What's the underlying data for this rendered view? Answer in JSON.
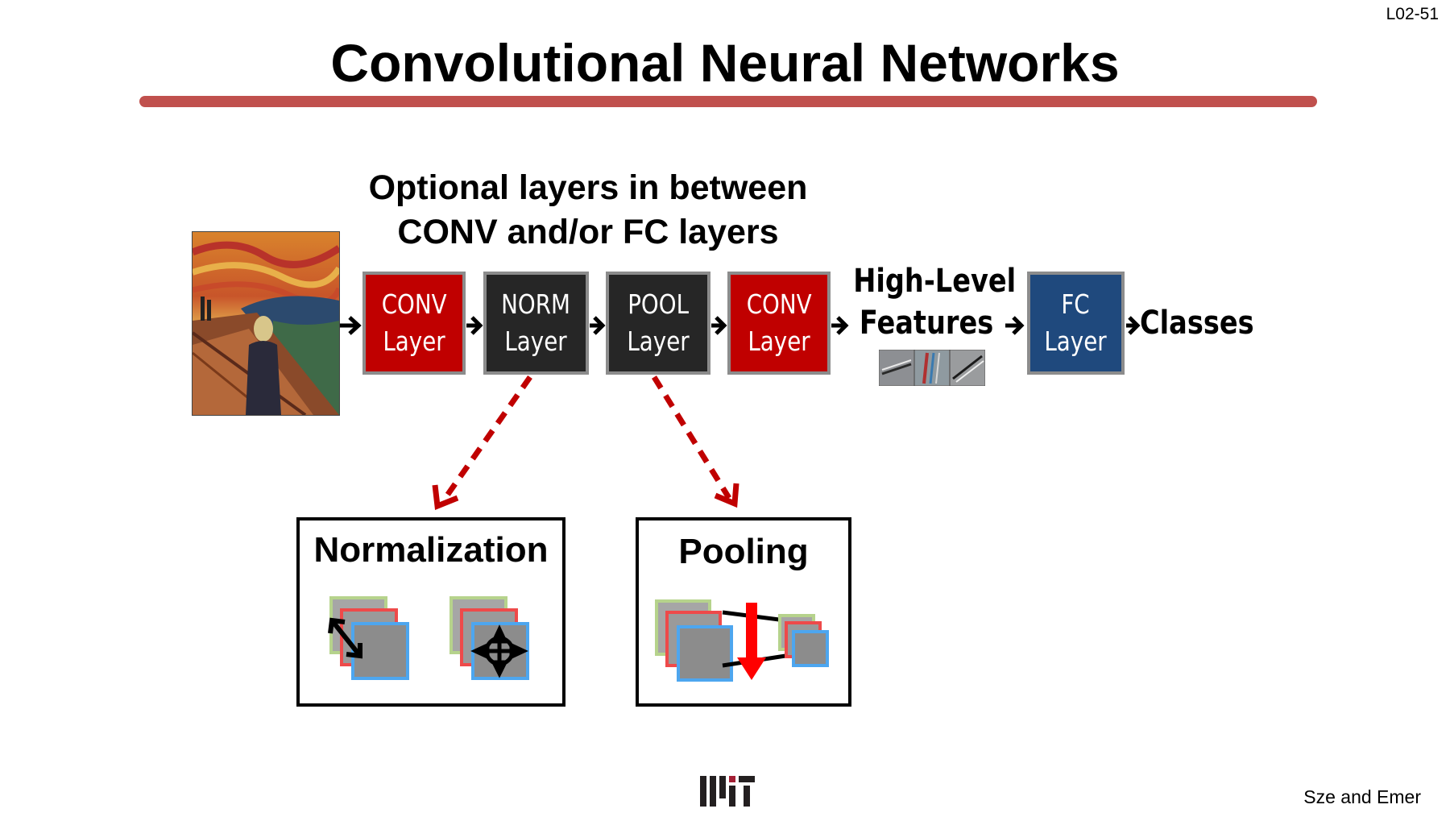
{
  "slide_number": "L02-51",
  "title": "Convolutional Neural Networks",
  "subtitle_line1": "Optional layers in between",
  "subtitle_line2": "CONV and/or FC layers",
  "pipeline": {
    "conv1": {
      "line1": "CONV",
      "line2": "Layer"
    },
    "norm": {
      "line1": "NORM",
      "line2": "Layer"
    },
    "pool": {
      "line1": "POOL",
      "line2": "Layer"
    },
    "conv2": {
      "line1": "CONV",
      "line2": "Layer"
    },
    "features_line1": "High-Level",
    "features_line2": "Features",
    "fc": {
      "line1": "FC",
      "line2": "Layer"
    },
    "classes": "Classes"
  },
  "panels": {
    "normalization": "Normalization",
    "pooling": "Pooling"
  },
  "footer": {
    "credit": "Sze and Emer",
    "logo_text": "MIT"
  },
  "colors": {
    "accent_rule": "#c0504d",
    "conv_red": "#c00000",
    "dark_layer": "#262626",
    "fc_blue": "#1f497d",
    "dashed_arrow": "#c00000"
  }
}
